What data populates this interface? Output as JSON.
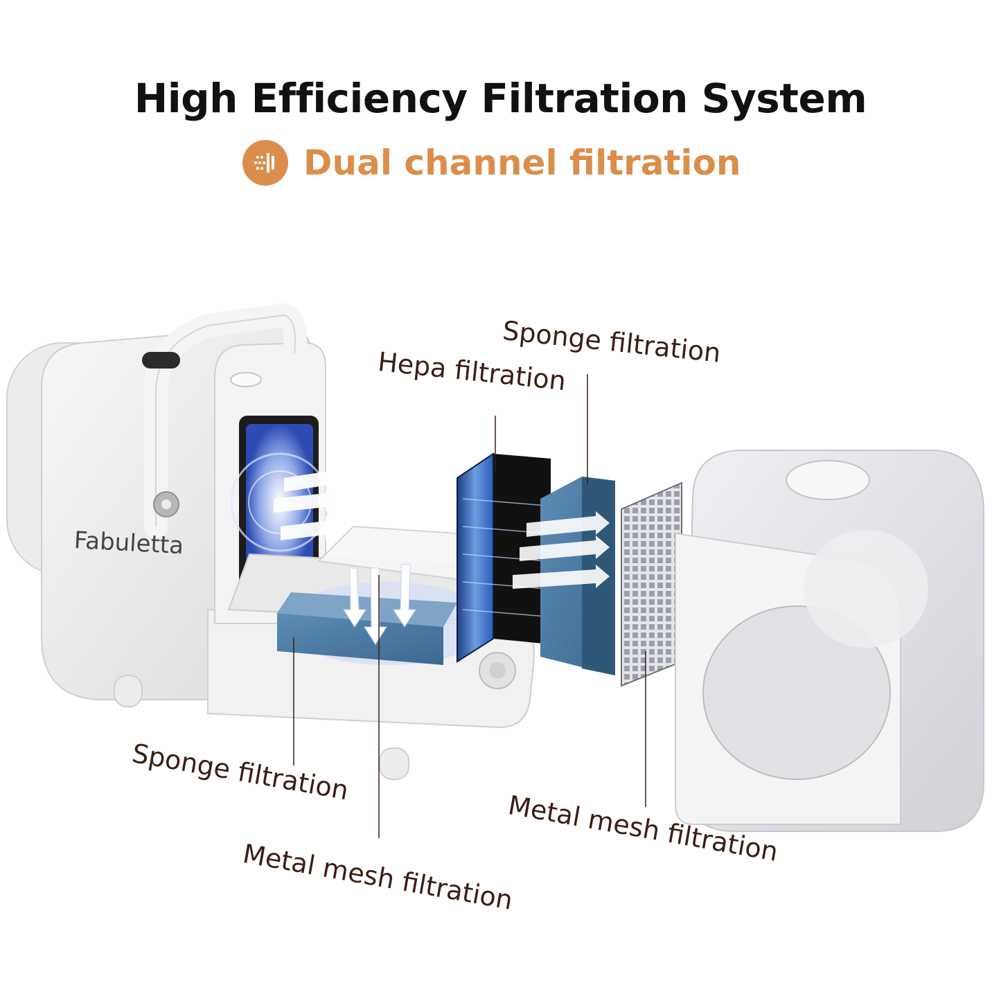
{
  "header": {
    "title": "High Efficiency Filtration System",
    "subtitle": "Dual channel filtration",
    "subtitle_icon": "filter-layers-icon"
  },
  "product": {
    "brand": "Fabuletta"
  },
  "callouts": {
    "sponge_top": "Sponge filtration",
    "hepa": "Hepa filtration",
    "sponge_bottom": "Sponge filtration",
    "metal_mesh_bottom": "Metal mesh filtration",
    "metal_mesh_right": "Metal mesh filtration"
  },
  "colors": {
    "accent": "#db8e4c",
    "title": "#111111",
    "callout_text": "#3b1e14",
    "filter_blue": "#4f7fa8",
    "hepa_blue": "#2f5d9a"
  }
}
